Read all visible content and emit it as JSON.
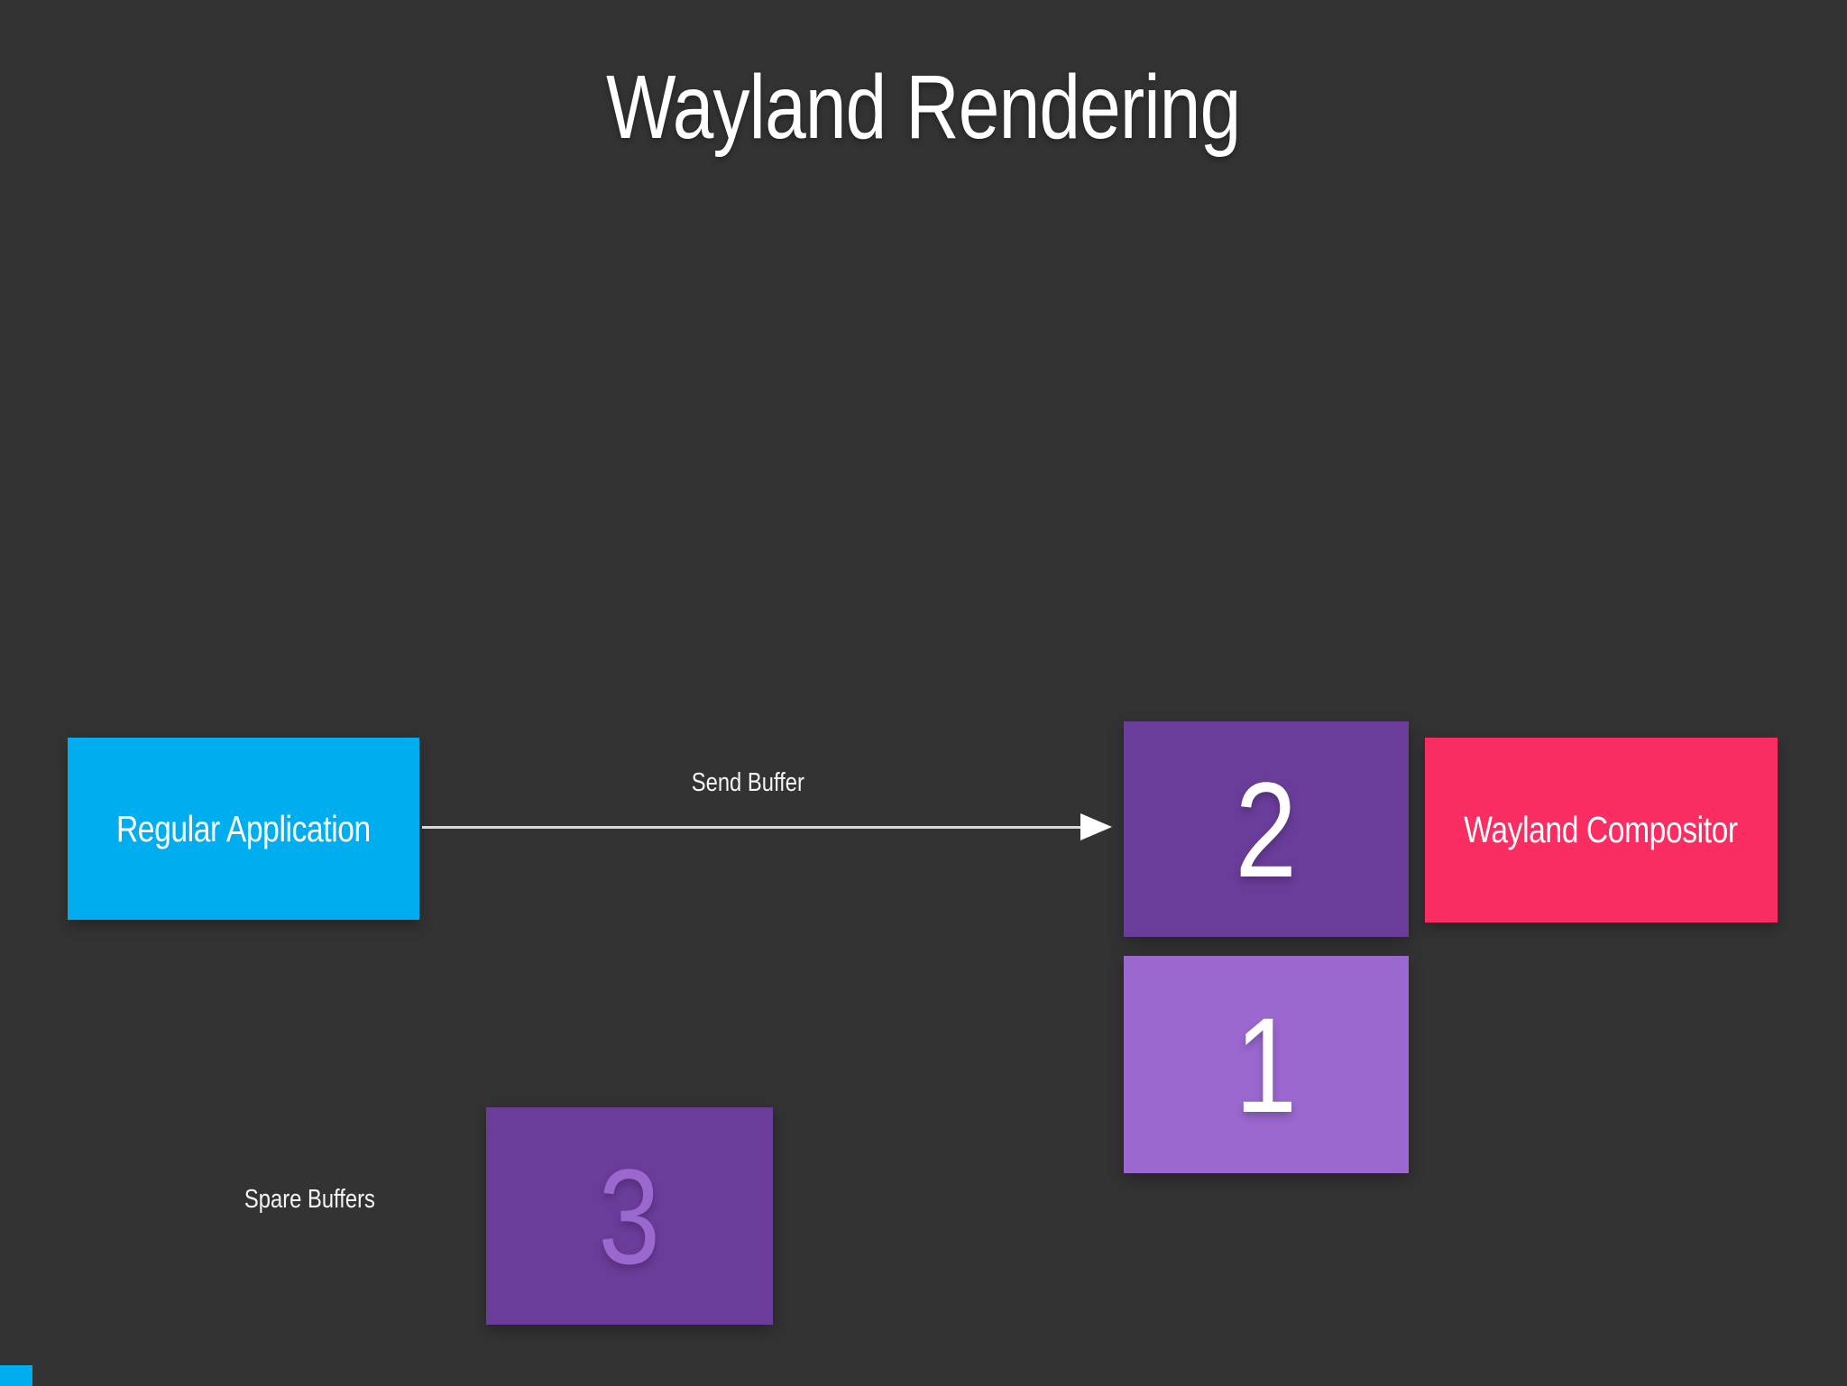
{
  "title": "Wayland Rendering",
  "colors": {
    "background": "#333333",
    "cyan": "#00AEEF",
    "pink": "#FA2D62",
    "purple_dark": "#6A3D9A",
    "purple_light": "#9A68CE",
    "arrow_line": "#D9D9D9",
    "arrow_head": "#FFFFFF",
    "text": "#FFFFFF"
  },
  "nodes": {
    "regular_application": {
      "label": "Regular Application"
    },
    "wayland_compositor": {
      "label": "Wayland Compositor"
    },
    "buffer_2": {
      "label": "2"
    },
    "buffer_1": {
      "label": "1"
    },
    "buffer_3": {
      "label": "3"
    }
  },
  "arrow": {
    "label": "Send Buffer"
  },
  "annotations": {
    "spare_buffers": "Spare Buffers"
  }
}
